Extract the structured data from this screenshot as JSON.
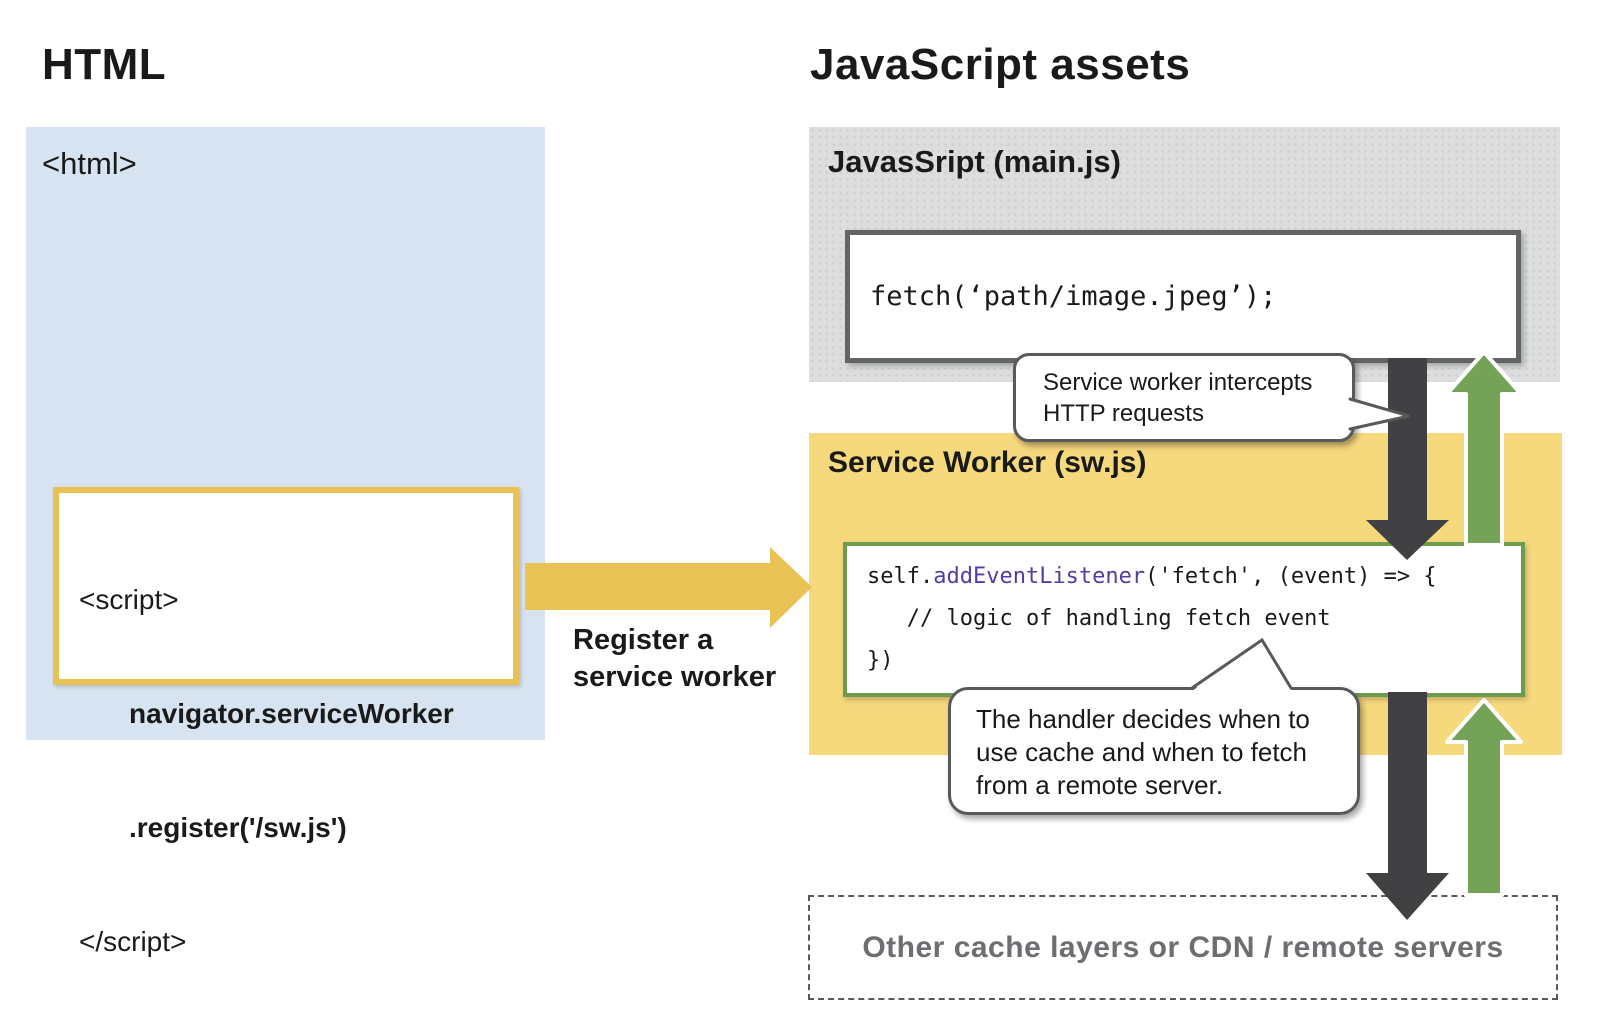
{
  "left": {
    "heading": "HTML",
    "html_tag": "<html>",
    "script_block": {
      "line1": "<script>",
      "line2": "navigator.serviceWorker",
      "line3": ".register('/sw.js')",
      "line4": "</script>"
    },
    "register_label": {
      "line1": "Register a",
      "line2": "service worker"
    }
  },
  "right": {
    "heading": "JavaScript assets",
    "mainjs": {
      "title": "JavasSript (main.js)",
      "code": "fetch(‘path/image.jpeg’);"
    },
    "bubble_intercept": {
      "line1": "Service worker intercepts",
      "line2": "HTTP requests"
    },
    "service_worker": {
      "title": "Service Worker (sw.js)",
      "code_line1_self": "self.",
      "code_line1_fn": "addEventListener",
      "code_line1_rest": "('fetch', (event) => {",
      "code_line2": "   // logic of handling fetch event",
      "code_line3": "})"
    },
    "bubble_handler": {
      "line1": "The handler decides when to",
      "line2": "use cache and when to fetch",
      "line3": "from a remote server."
    },
    "cache_layer_label": "Other cache layers or CDN / remote servers"
  },
  "icons": {
    "register_arrow": "right-arrow",
    "request_down_arrows": "down-arrow",
    "response_up_arrows": "up-arrow"
  },
  "colors": {
    "blue_panel": "#D7E3F1",
    "gray_panel": "#DCDEDD",
    "yellow_panel": "#F6D87D",
    "yellow_accent": "#E8C254",
    "green_accent": "#74A257",
    "green_border": "#6E9C4F",
    "dark_arrow": "#414042",
    "bubble_border": "#58595B",
    "box_border_gray": "#636466",
    "code_highlight": "#4F3FA5",
    "text_dark": "#1A1A1A",
    "text_gray": "#6D6E71"
  }
}
